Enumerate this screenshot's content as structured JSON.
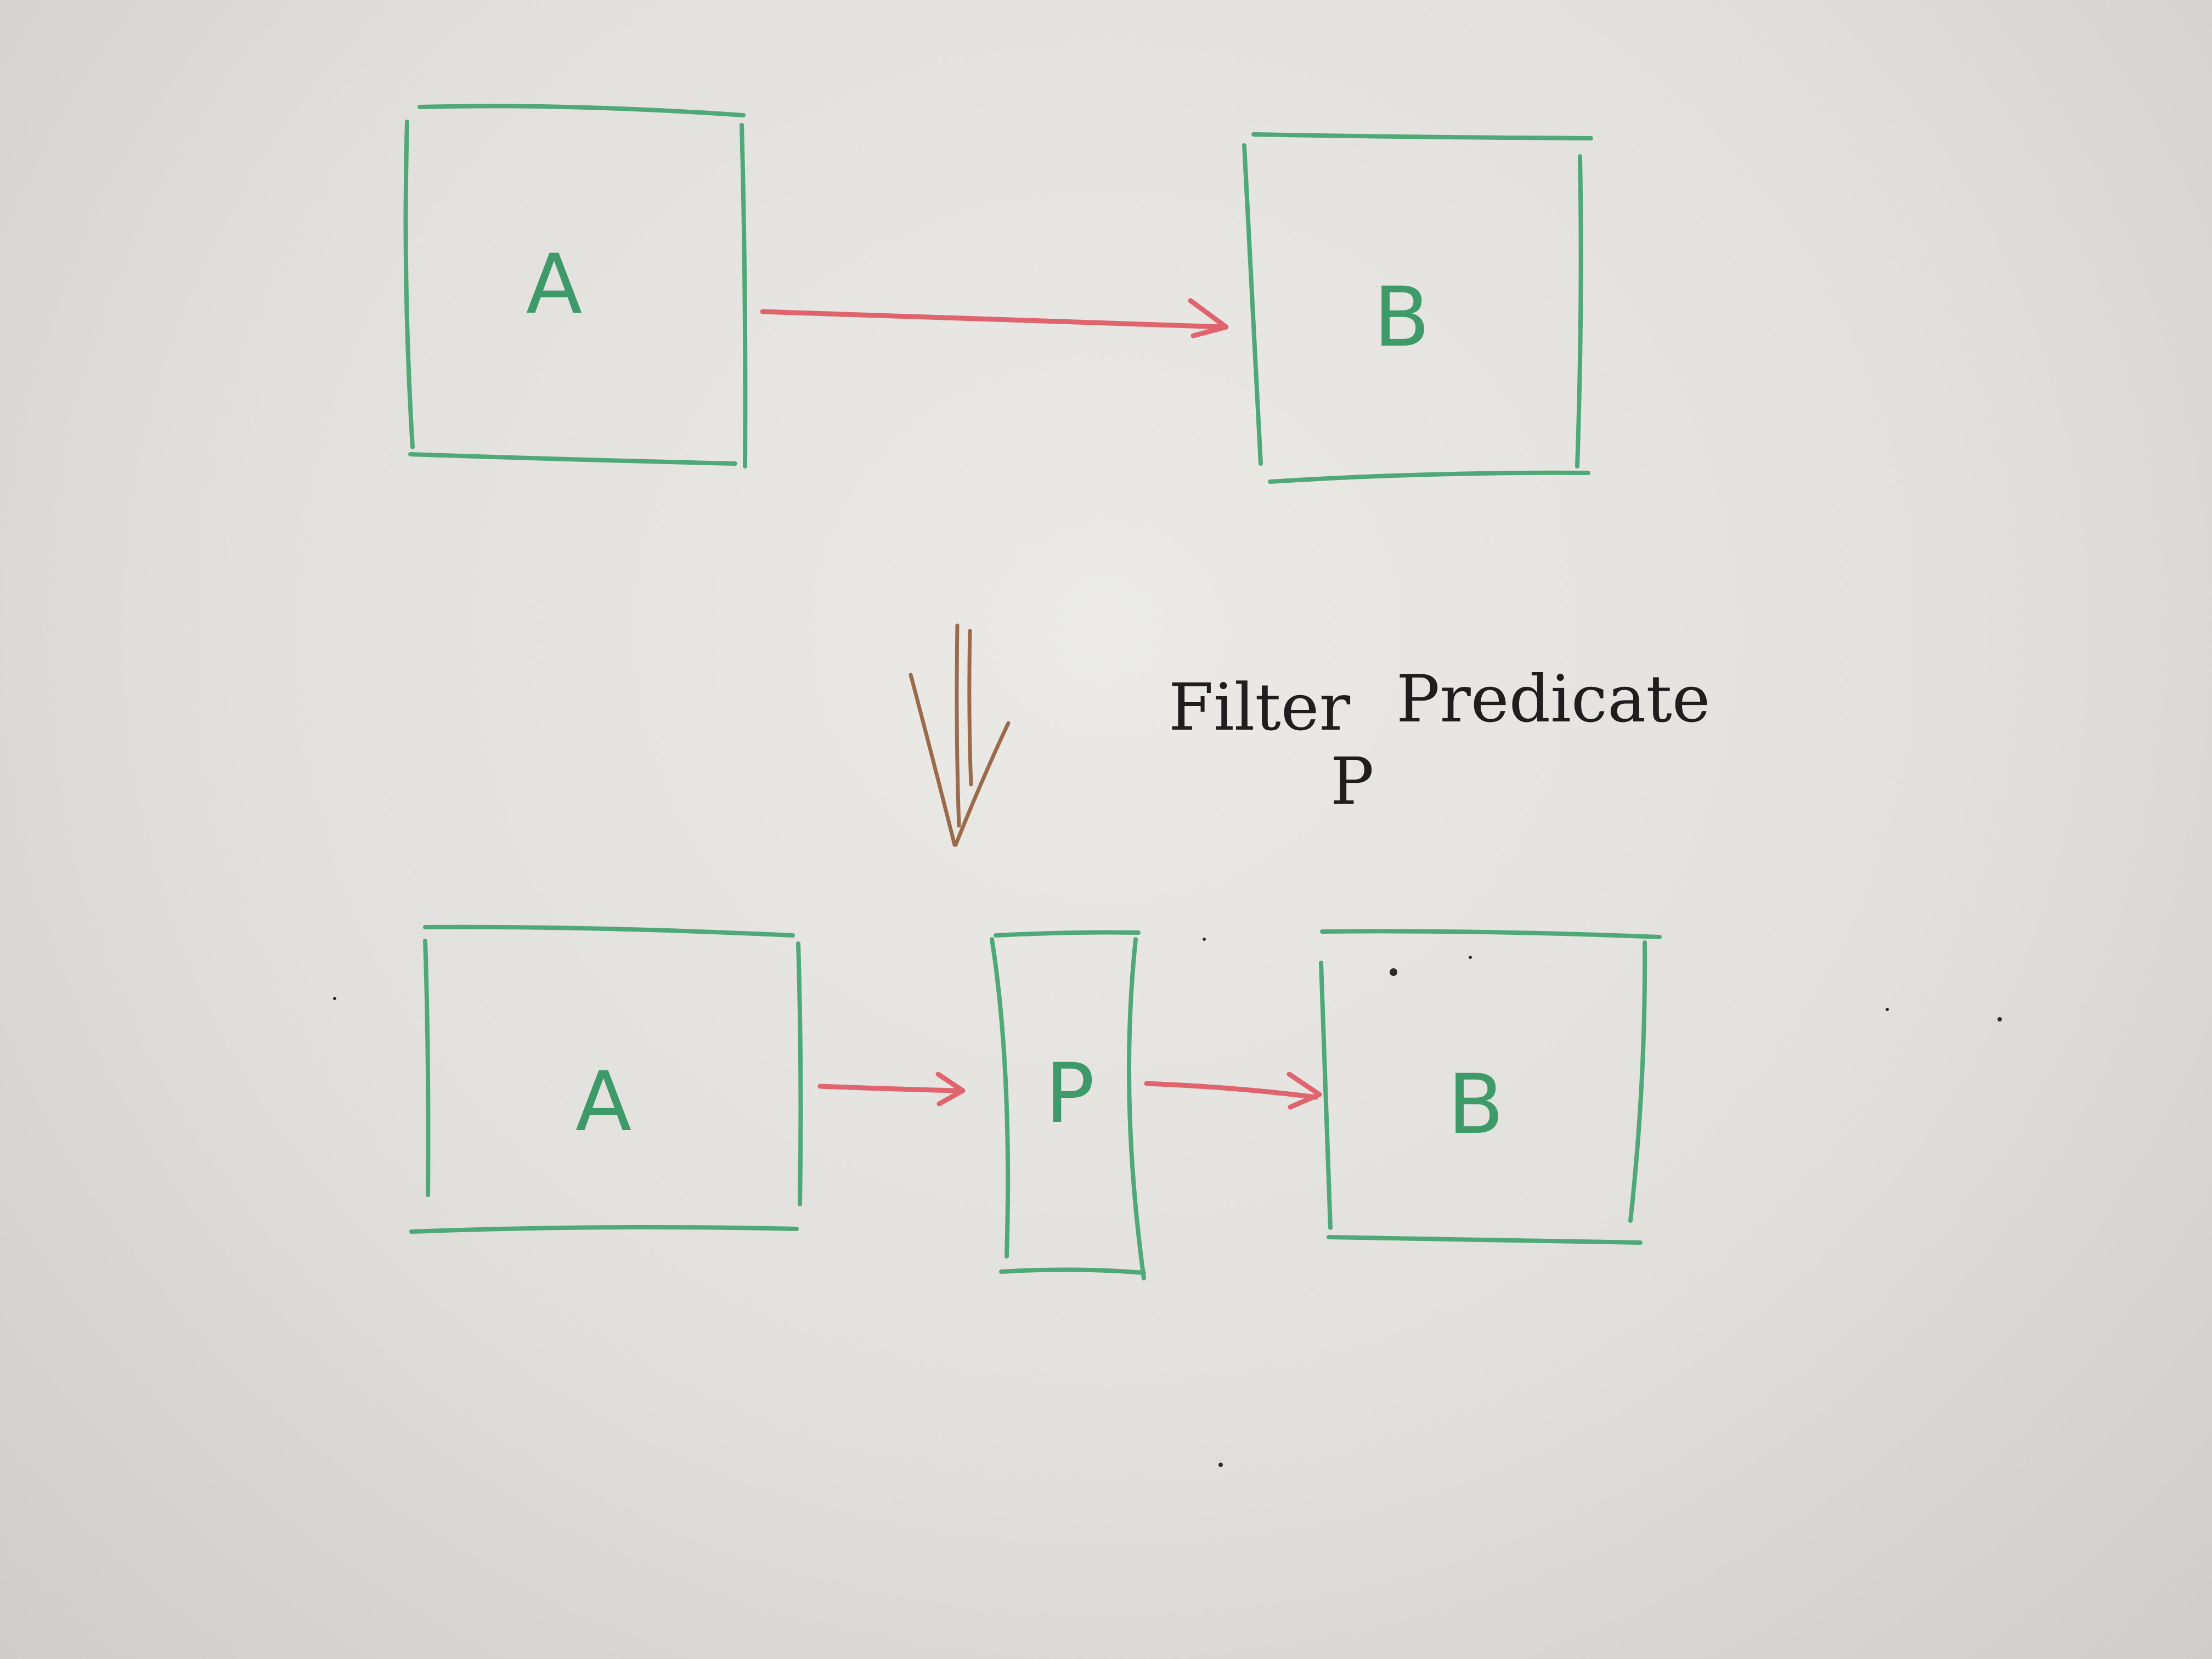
{
  "colors": {
    "box_stroke": "#4fa878",
    "box_text": "#3f9a6a",
    "arrow": "#e0646e",
    "transform_arrow": "#9a6a4a",
    "ink": "#1e1e1e"
  },
  "top_row": {
    "box_a_label": "A",
    "box_b_label": "B"
  },
  "transform": {
    "title_left": "Filter",
    "title_right": "Predicate",
    "subscript": "P"
  },
  "bottom_row": {
    "box_a_label": "A",
    "box_p_label": "P",
    "box_b_label": "B"
  }
}
